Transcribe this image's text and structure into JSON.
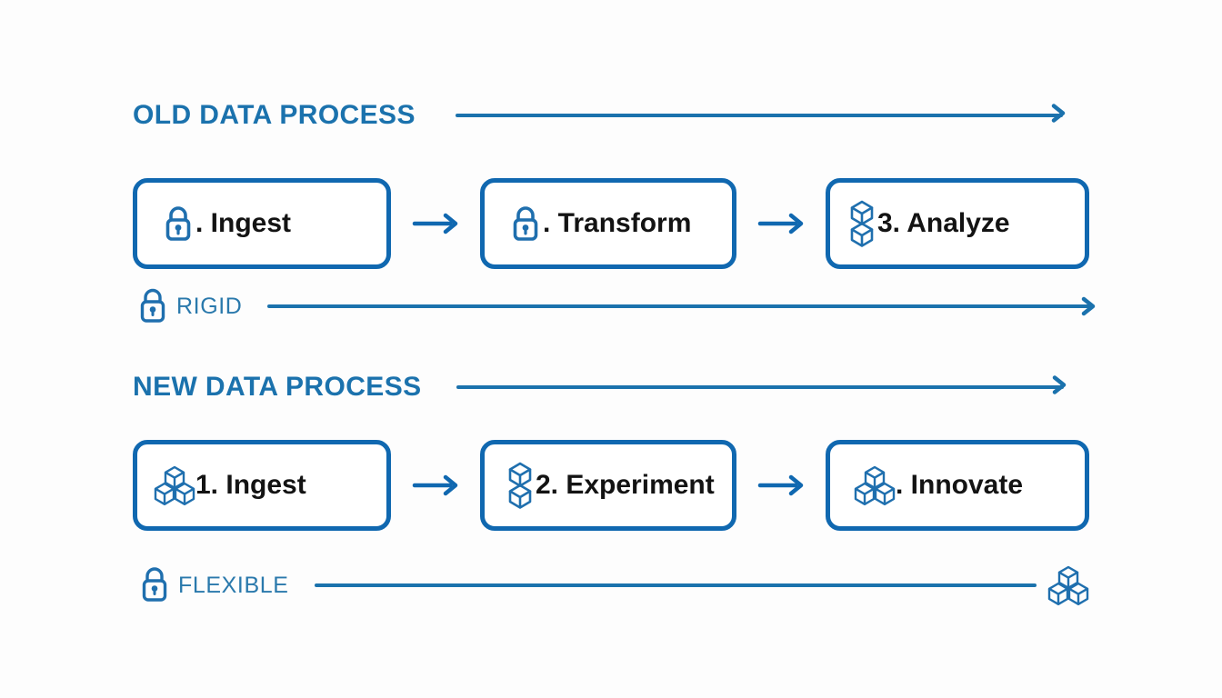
{
  "background_color": "#fdfdfd",
  "colors": {
    "heading_blue": "#1b72ad",
    "box_border_blue": "#1068b0",
    "icon_blue": "#1f6fae",
    "tag_text_blue": "#2a79ac",
    "box_text": "#131313",
    "box_fill": "#ffffff"
  },
  "sections": [
    {
      "id": "old",
      "title": "OLD DATA PROCESS",
      "steps": [
        {
          "icon": "lock-icon",
          "label": ". Ingest"
        },
        {
          "icon": "lock-icon",
          "label": ". Transform"
        },
        {
          "icon": "stacked-cubes-icon",
          "label": "3. Analyze"
        }
      ],
      "connectors": [
        "arrow-right-icon",
        "arrow-right-icon"
      ],
      "tag": {
        "icon": "lock-icon",
        "label": "RIGID",
        "end_icon": "arrow-right-icon"
      }
    },
    {
      "id": "new",
      "title": "NEW DATA PROCESS",
      "steps": [
        {
          "icon": "cube-pyramid-icon",
          "label": "1. Ingest"
        },
        {
          "icon": "stacked-cubes-icon",
          "label": "2. Experiment"
        },
        {
          "icon": "cube-pyramid-icon",
          "label": ". Innovate"
        }
      ],
      "connectors": [
        "arrow-right-icon",
        "arrow-right-icon"
      ],
      "tag": {
        "icon": "lock-icon",
        "label": "FLEXIBLE",
        "end_icon": "cube-pyramid-icon"
      }
    }
  ]
}
